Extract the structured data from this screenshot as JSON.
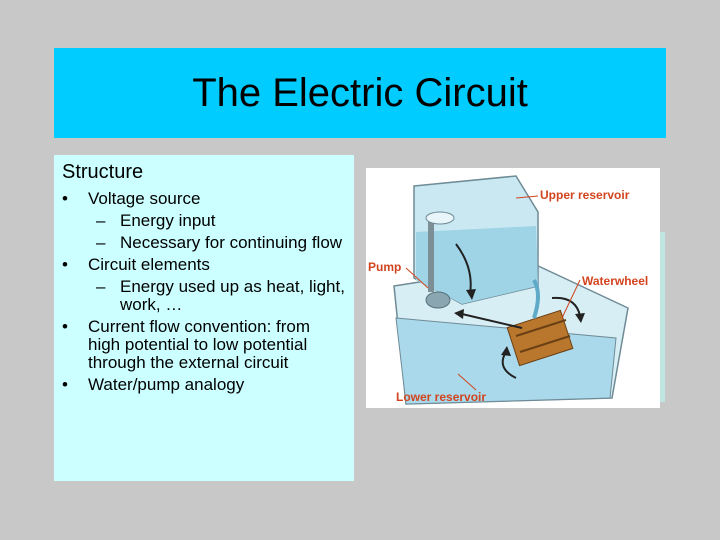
{
  "slide": {
    "title": "The Electric Circuit",
    "heading": "Structure",
    "bullets": [
      {
        "text": "Voltage source",
        "sub": [
          "Energy input",
          "Necessary for continuing flow"
        ]
      },
      {
        "text": "Circuit elements",
        "sub": [
          "Energy used up as heat, light, work, …"
        ]
      },
      {
        "text": "Current flow convention: from high potential to low potential through the external circuit",
        "sub": []
      },
      {
        "text": "Water/pump analogy",
        "sub": []
      }
    ],
    "bullet_glyph": "•",
    "dash_glyph": "–"
  },
  "figure": {
    "labels": {
      "upper": "Upper reservoir",
      "pump": "Pump",
      "waterwheel": "Waterwheel",
      "lower": "Lower reservoir"
    }
  },
  "colors": {
    "title_bg": "#00ccff",
    "content_bg": "#ccffff",
    "page_bg": "#c8c8c8",
    "label": "#d2441e"
  }
}
